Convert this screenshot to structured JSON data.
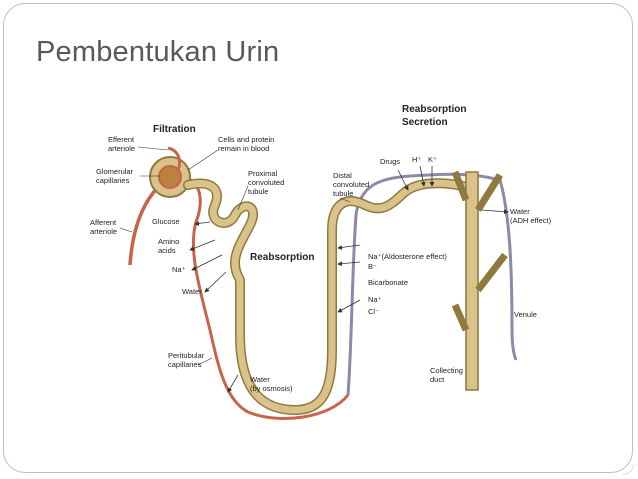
{
  "slide": {
    "title": "Pembentukan Urin"
  },
  "diagram": {
    "headers": {
      "filtration": "Filtration",
      "reabsorption_mid": "Reabsorption",
      "reabsorption_top": "Reabsorption",
      "secretion": "Secretion"
    },
    "labels": {
      "efferent": [
        "Efferent",
        "arteriole"
      ],
      "glomerular": [
        "Glomerular",
        "capillaries"
      ],
      "afferent": [
        "Afferent",
        "arteriole"
      ],
      "cells_protein": [
        "Cells and protein",
        "remain in blood"
      ],
      "proximal": [
        "Proximal",
        "convoluted",
        "tubule"
      ],
      "distal": [
        "Distal",
        "convoluted",
        "tubule"
      ],
      "glucose": "Glucose",
      "amino": [
        "Amino",
        "acids"
      ],
      "na_left": "Na⁺",
      "water_left": "Water",
      "peritubular": [
        "Peritubular",
        "capillaries"
      ],
      "water_osmosis": [
        "Water",
        "(by osmosis)"
      ],
      "drugs": "Drugs",
      "h_plus": "H⁺",
      "k_plus": "K⁺",
      "na_aldo": "Na⁺(Aldosterone effect)",
      "b_minus": "B⁻",
      "bicarbonate": "Bicarbonate",
      "na_right": "Na⁺",
      "cl_minus": "Cl⁻",
      "water_adh": [
        "Water",
        "(ADH effect)"
      ],
      "venule": "Venule",
      "collecting": [
        "Collecting",
        "duct"
      ]
    },
    "colors": {
      "tubule_fill": "#d9c38a",
      "tubule_edge": "#8f7a3e",
      "artery": "#c8644a",
      "vein": "#8d89a6",
      "glomerulus": "#b9823f"
    }
  }
}
